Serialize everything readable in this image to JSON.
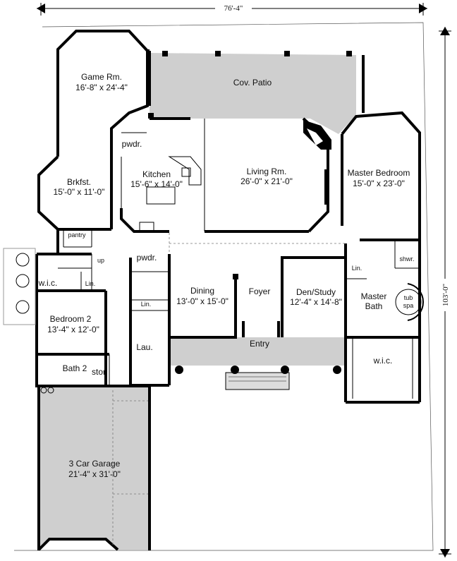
{
  "dimensions": {
    "width": "76'-4\"",
    "depth": "103'-0\""
  },
  "rooms": {
    "game_room": {
      "name": "Game Rm.",
      "size": "16'-8\" x 24'-4\""
    },
    "cov_patio": {
      "name": "Cov. Patio"
    },
    "pwdr_upper": {
      "name": "pwdr."
    },
    "brkfst": {
      "name": "Brkfst.",
      "size": "15'-0\" x 11'-0\""
    },
    "kitchen": {
      "name": "Kitchen",
      "size": "15'-6\" x 14'-0\""
    },
    "living": {
      "name": "Living Rm.",
      "size": "26'-0\" x 21'-0\""
    },
    "master_bedroom": {
      "name": "Master Bedroom",
      "size": "15'-0\" x 23'-0\""
    },
    "pantry": {
      "name": "pantry"
    },
    "up": {
      "name": "up"
    },
    "wic_left": {
      "name": "w.i.c."
    },
    "lin_left": {
      "name": "Lin."
    },
    "pwdr_lower": {
      "name": "pwdr."
    },
    "lin_mid": {
      "name": "Lin."
    },
    "bedroom2": {
      "name": "Bedroom 2",
      "size": "13'-4\" x 12'-0\""
    },
    "dining": {
      "name": "Dining",
      "size": "13'-0\" x 15'-0\""
    },
    "foyer": {
      "name": "Foyer"
    },
    "den": {
      "name": "Den/Study",
      "size": "12'-4\" x 14'-8\""
    },
    "lin_right": {
      "name": "Lin."
    },
    "shwr": {
      "name": "shwr."
    },
    "master_bath": {
      "name": "Master",
      "name2": "Bath"
    },
    "tub": {
      "name": "tub",
      "name2": "spa"
    },
    "lau": {
      "name": "Lau."
    },
    "entry": {
      "name": "Entry"
    },
    "bath2": {
      "name": "Bath 2"
    },
    "stor": {
      "name": "stor"
    },
    "wic_right": {
      "name": "w.i.c."
    },
    "garage": {
      "name": "3 Car Garage",
      "size": "21'-4\" x 31'-0\""
    }
  }
}
